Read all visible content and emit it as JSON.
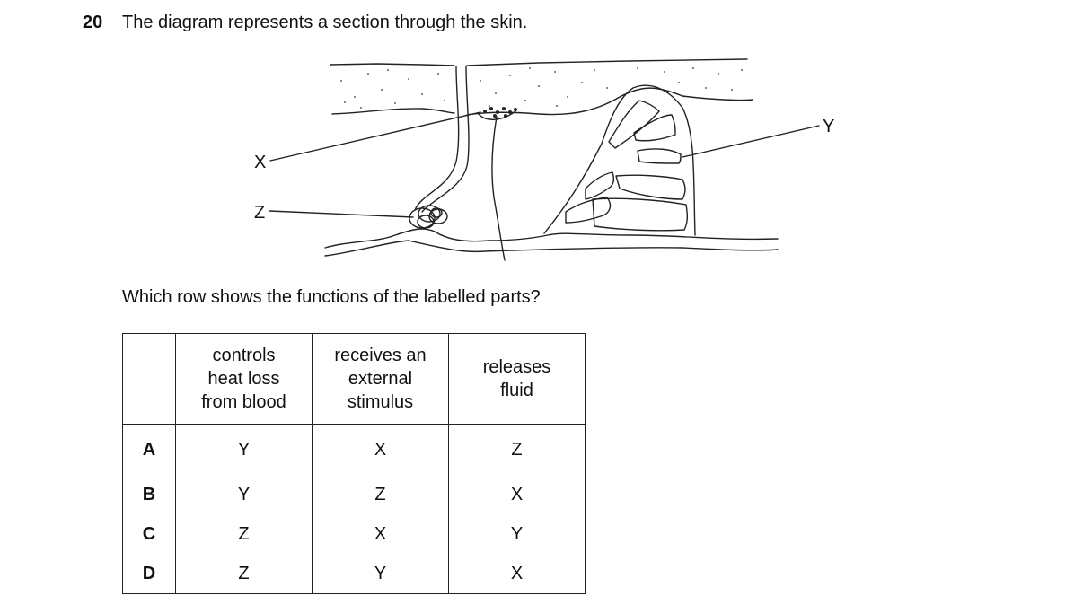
{
  "question": {
    "number": "20",
    "text": "The diagram represents a section through the skin."
  },
  "diagram": {
    "labels": {
      "x": "X",
      "z": "Z",
      "y": "Y"
    }
  },
  "prompt": "Which row shows the functions of the labelled parts?",
  "table": {
    "headers": [
      "",
      "controls\nheat loss\nfrom blood",
      "receives an\nexternal\nstimulus",
      "releases\nfluid"
    ],
    "rows": [
      {
        "key": "A",
        "cells": [
          "Y",
          "X",
          "Z"
        ]
      },
      {
        "key": "B",
        "cells": [
          "Y",
          "Z",
          "X"
        ]
      },
      {
        "key": "C",
        "cells": [
          "Z",
          "X",
          "Y"
        ]
      },
      {
        "key": "D",
        "cells": [
          "Z",
          "Y",
          "X"
        ]
      }
    ]
  }
}
